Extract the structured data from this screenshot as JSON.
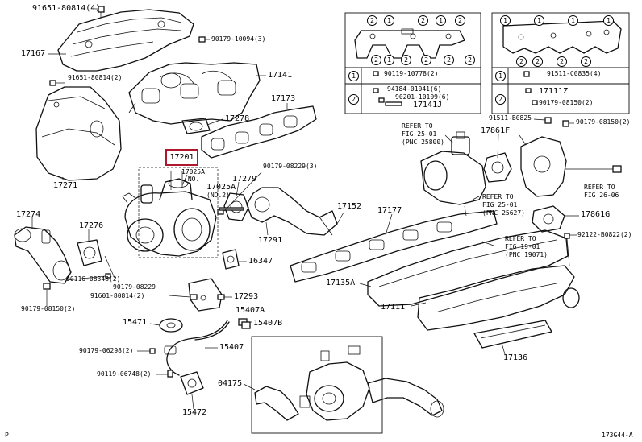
{
  "diagram": {
    "selected_part": "17201",
    "figure_code": "173G44-A",
    "corner_mark": "P",
    "labels": {
      "p91651_80814_4": "91651-80814(4)",
      "p90179_10094_3": "90179-10094(3)",
      "p17167": "17167",
      "p91651_80814_2": "91651-80814(2)",
      "p17141": "17141",
      "p17173": "17173",
      "p17278": "17278",
      "p17271": "17271",
      "p17025A_1": "17025A",
      "p17025A_2": "17025A",
      "p17279": "17279",
      "p90179_08229_3": "90179-08229(3)",
      "p17274": "17274",
      "p17276": "17276",
      "p17291": "17291",
      "p16347": "16347",
      "p90116_08348_2": "90116-08348(2)",
      "p90179_08229": "90179-08229",
      "p91601_80814_2": "91601-80814(2)",
      "p17293": "17293",
      "p90179_08150_2": "90179-08150(2)",
      "p15407A": "15407A",
      "p15407B": "15407B",
      "p15471": "15471",
      "p15407": "15407",
      "p90179_06298_2": "90179-06298(2)",
      "p90119_06748_2": "90119-06748(2)",
      "p04175": "04175",
      "p15472": "15472",
      "p17152": "17152",
      "p17177": "17177",
      "p17135A": "17135A",
      "p17111": "17111",
      "p17136": "17136",
      "p17861F": "17861F",
      "p17861G": "17861G",
      "p91511_B0825": "91511-B0825",
      "p90179_08150_2b": "90179-08150(2)",
      "p92122_B0822_2": "92122-B0822(2)",
      "ref1": "REFER TO\nFIG 25-01\n(PNC 25800)",
      "ref2": "REFER TO\nFIG 25-01\n(PNC 25627)",
      "ref3": "REFER TO\nFIG 19-01\n(PNC 19071)",
      "ref4": "REFER TO\nFIG 26-06",
      "bracket_note1": "(NO.",
      "bracket_note2": "(NO.2)"
    },
    "legend_left": {
      "row1_num": "1",
      "row2_num": "2",
      "row1_part": "90119-10778(2)",
      "row2_part_a": "94184-01041(6)",
      "row2_part_b": "90201-10109(6)",
      "row2_part_c": "17141J"
    },
    "legend_right": {
      "row1_num": "1",
      "row2_num": "2",
      "row1_part": "91511-C0835(4)",
      "row2_part_a": "17111Z",
      "row2_part_b": "90179-08150(2)"
    },
    "callout_nums": [
      "1",
      "2"
    ]
  }
}
